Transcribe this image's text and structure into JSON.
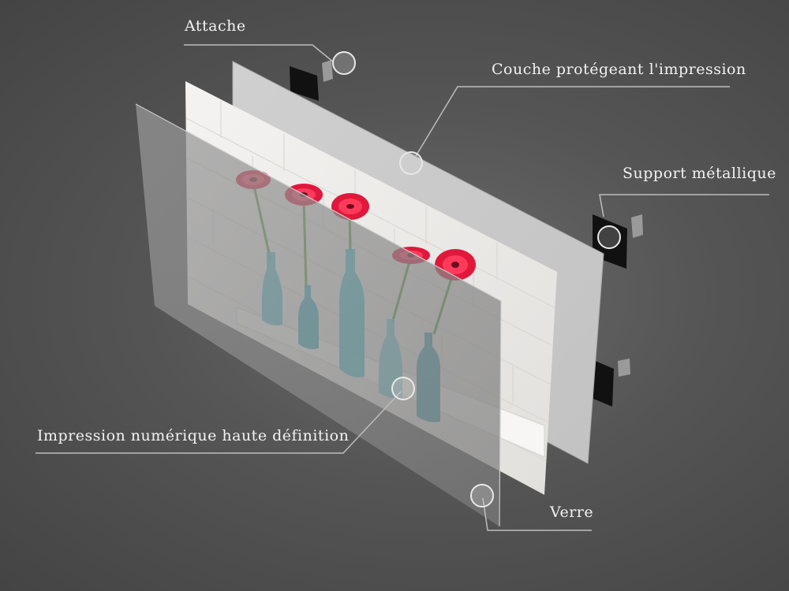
{
  "labels": {
    "attache": "Attache",
    "couche": "Couche protégeant l'impression",
    "support": "Support métallique",
    "impression": "Impression numérique haute définition",
    "verre": "Verre"
  },
  "colors": {
    "background": "#555555",
    "leader_line": "#bdbdbd",
    "flower": "#e0183c",
    "bottle": "#3fb6c4",
    "stem": "#5a9e3a"
  },
  "icons": {
    "flower": "gerbera-flower-icon",
    "bottle": "glass-bottle-icon",
    "marker": "circle-marker-icon"
  }
}
